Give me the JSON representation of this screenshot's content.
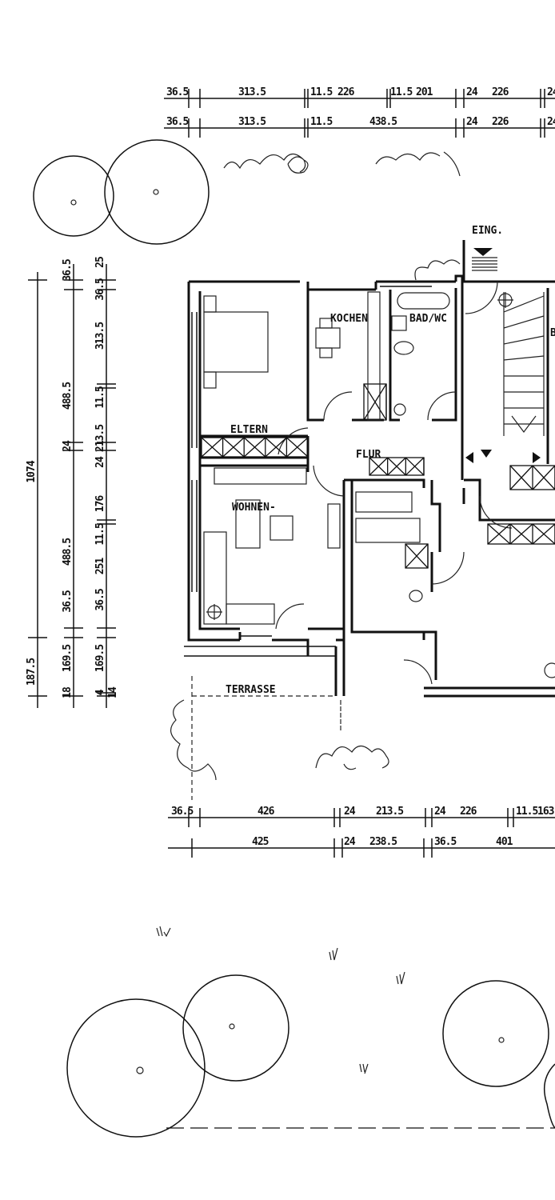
{
  "rooms": {
    "eltern": "ELTERN",
    "kochen": "KOCHEN",
    "bad": "BAD/WC",
    "flur": "FLUR",
    "wohnen": "WOHNEN-",
    "terrasse": "TERRASSE",
    "eingang": "EING.",
    "cut_right": "B"
  },
  "dimensions": {
    "top_row1": [
      "36.5",
      "313.5",
      "11.5",
      "226",
      "11.5",
      "201",
      "24",
      "226",
      "24"
    ],
    "top_row2": [
      "36.5",
      "313.5",
      "11.5",
      "438.5",
      "24",
      "226",
      "24"
    ],
    "left_col1": [
      "1074",
      "187.5"
    ],
    "left_col2": [
      "36.5",
      "488.5",
      "24",
      "488.5",
      "36.5",
      "169.5",
      "18"
    ],
    "left_col3": [
      "25",
      "36.5",
      "313.5",
      "11.5",
      "213.5",
      "24",
      "176",
      "11.5",
      "251",
      "36.5",
      "169.5",
      "4",
      "14"
    ],
    "bottom_row1": [
      "36.5",
      "426",
      "24",
      "213.5",
      "24",
      "226",
      "11.5",
      "163."
    ],
    "bottom_row2": [
      "425",
      "24",
      "238.5",
      "36.5",
      "401"
    ]
  },
  "colors": {
    "ink": "#111111",
    "paper": "#ffffff"
  }
}
